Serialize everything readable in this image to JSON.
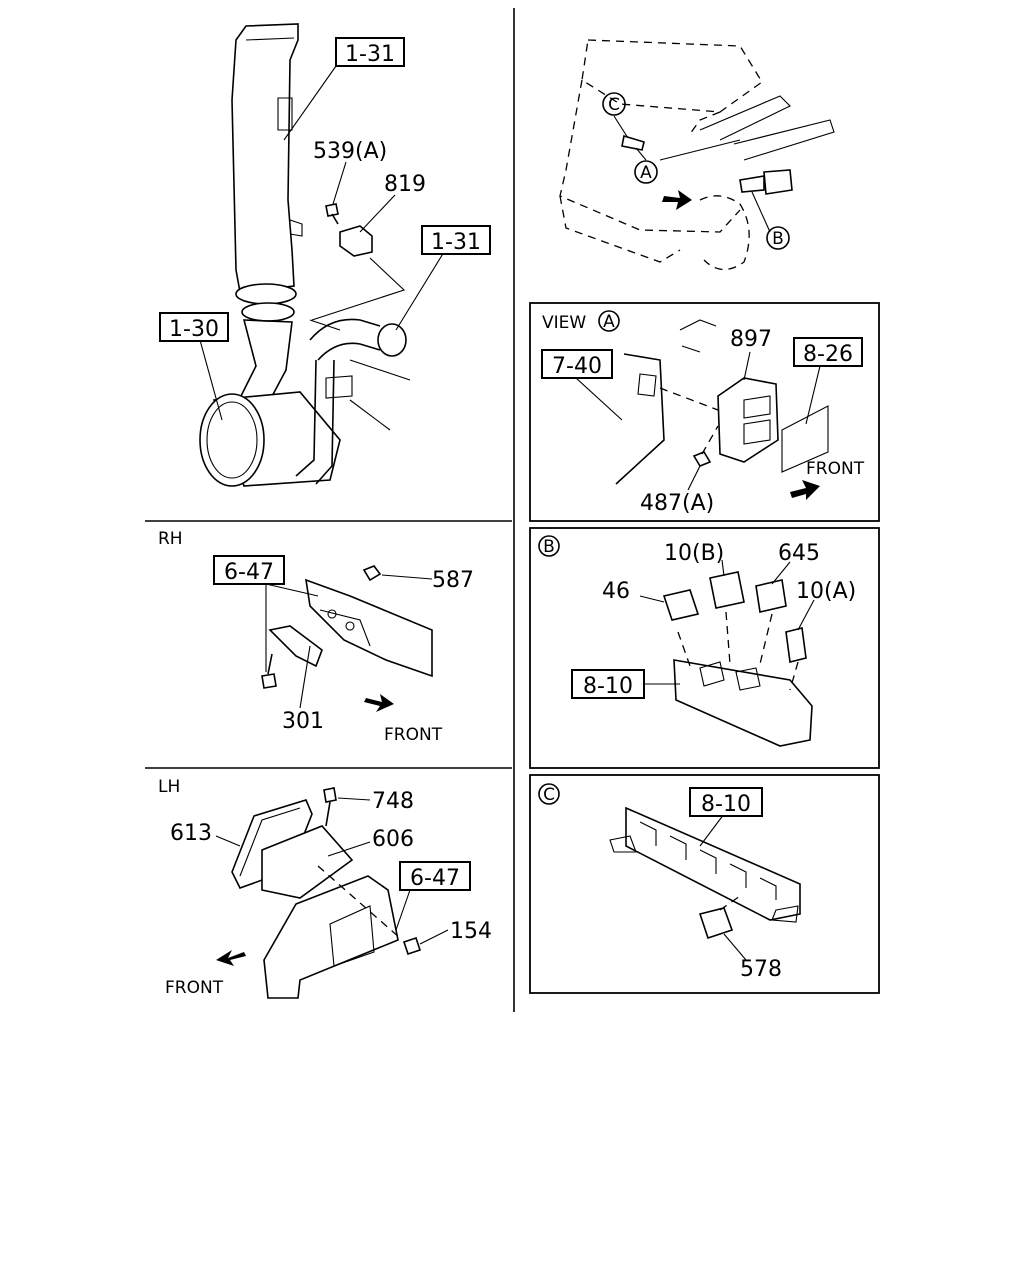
{
  "sections": {
    "rh": "RH",
    "lh": "LH",
    "view_a": "VIEW",
    "view_a_marker": "A",
    "detail_b": "B",
    "detail_c": "C"
  },
  "vehicle_markers": {
    "c": "C",
    "a": "A",
    "b": "B"
  },
  "refs": {
    "ref_1_31_top": "1-31",
    "ref_1_31_mid": "1-31",
    "ref_1_30": "1-30",
    "ref_6_47_rh": "6-47",
    "ref_6_47_lh": "6-47",
    "ref_7_40": "7-40",
    "ref_8_26": "8-26",
    "ref_8_10_b": "8-10",
    "ref_8_10_c": "8-10"
  },
  "parts": {
    "p539a": "539(A)",
    "p819": "819",
    "p587": "587",
    "p301": "301",
    "p748": "748",
    "p613": "613",
    "p606": "606",
    "p154": "154",
    "p897": "897",
    "p487a": "487(A)",
    "p10b": "10(B)",
    "p645": "645",
    "p46": "46",
    "p10a": "10(A)",
    "p578": "578"
  },
  "front_labels": {
    "rh": "FRONT",
    "lh": "FRONT",
    "view_a": "FRONT"
  }
}
